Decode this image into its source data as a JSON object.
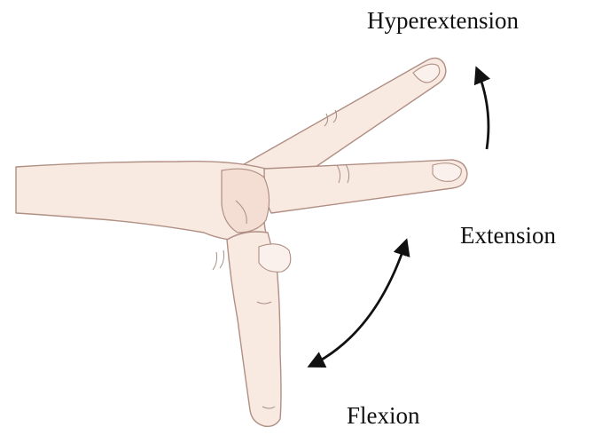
{
  "figure": {
    "labels": {
      "hyperextension": "Hyperextension",
      "extension": "Extension",
      "flexion": "Flexion"
    },
    "colors": {
      "skin": "#f8e9e1",
      "skin_shadow": "#edd6cb",
      "outline": "#b08f84",
      "crease": "#a88c82",
      "arrow": "#111111",
      "text": "#111111"
    }
  }
}
